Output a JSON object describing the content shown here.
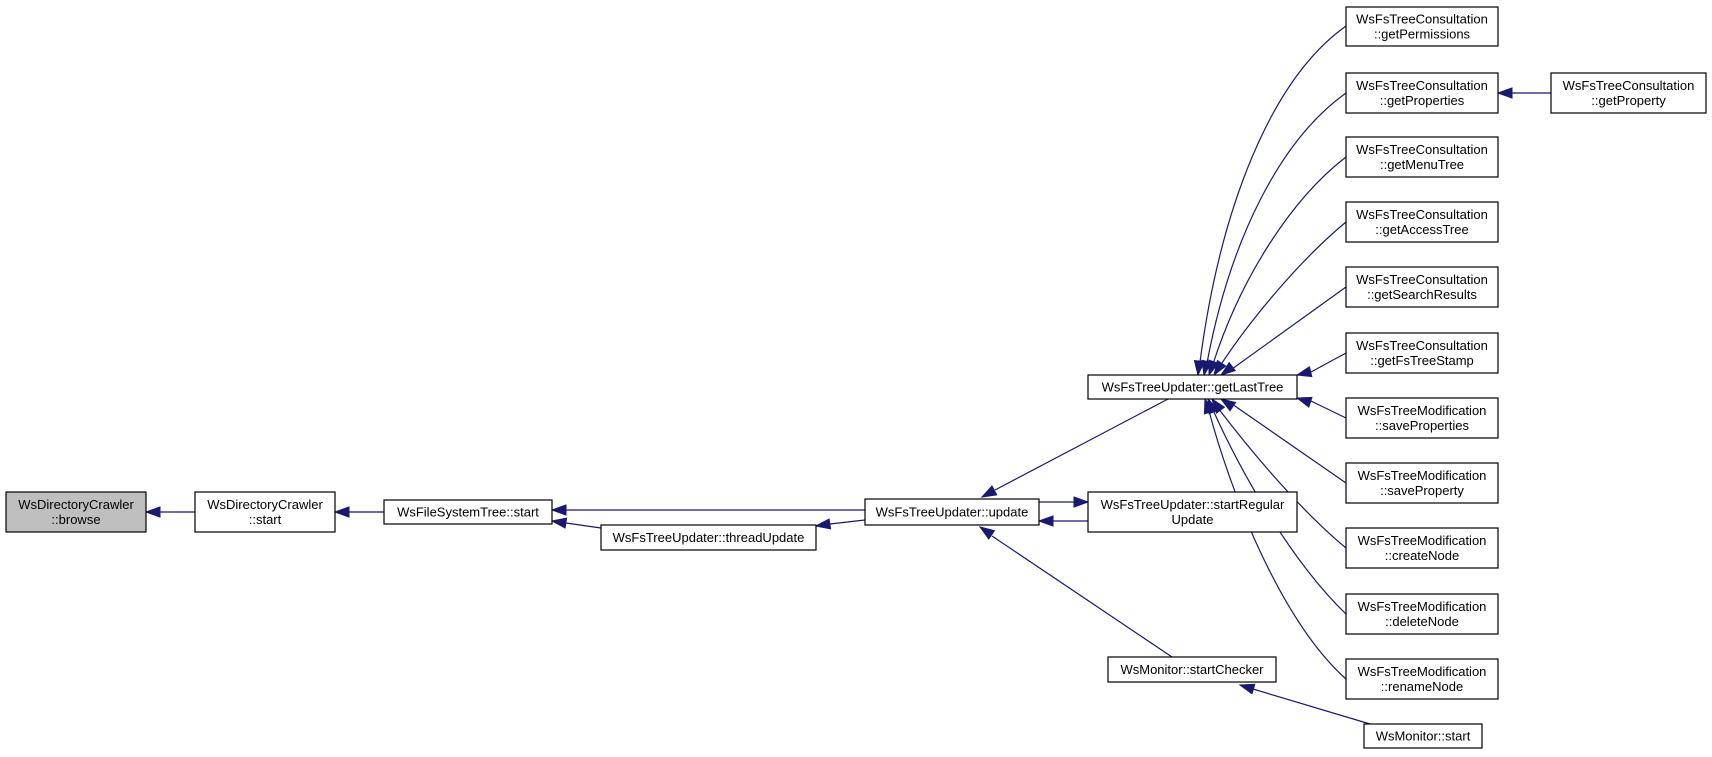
{
  "nodes": [
    {
      "id": "n0",
      "lines": [
        "WsDirectoryCrawler",
        "::browse"
      ],
      "root": true
    },
    {
      "id": "n1",
      "lines": [
        "WsDirectoryCrawler",
        "::start"
      ]
    },
    {
      "id": "n2",
      "lines": [
        "WsFileSystemTree::start"
      ]
    },
    {
      "id": "n3",
      "lines": [
        "WsFsTreeUpdater::threadUpdate"
      ]
    },
    {
      "id": "n4",
      "lines": [
        "WsFsTreeUpdater::update"
      ]
    },
    {
      "id": "n5",
      "lines": [
        "WsFsTreeUpdater::getLastTree"
      ]
    },
    {
      "id": "n6",
      "lines": [
        "WsFsTreeUpdater::startRegular",
        "Update"
      ]
    },
    {
      "id": "n7",
      "lines": [
        "WsMonitor::startChecker"
      ]
    },
    {
      "id": "n8",
      "lines": [
        "WsMonitor::start"
      ]
    },
    {
      "id": "n9",
      "lines": [
        "WsFsTreeConsultation",
        "::getPermissions"
      ]
    },
    {
      "id": "n10",
      "lines": [
        "WsFsTreeConsultation",
        "::getProperties"
      ]
    },
    {
      "id": "n11",
      "lines": [
        "WsFsTreeConsultation",
        "::getProperty"
      ]
    },
    {
      "id": "n12",
      "lines": [
        "WsFsTreeConsultation",
        "::getMenuTree"
      ]
    },
    {
      "id": "n13",
      "lines": [
        "WsFsTreeConsultation",
        "::getAccessTree"
      ]
    },
    {
      "id": "n14",
      "lines": [
        "WsFsTreeConsultation",
        "::getSearchResults"
      ]
    },
    {
      "id": "n15",
      "lines": [
        "WsFsTreeConsultation",
        "::getFsTreeStamp"
      ]
    },
    {
      "id": "n16",
      "lines": [
        "WsFsTreeModification",
        "::saveProperties"
      ]
    },
    {
      "id": "n17",
      "lines": [
        "WsFsTreeModification",
        "::saveProperty"
      ]
    },
    {
      "id": "n18",
      "lines": [
        "WsFsTreeModification",
        "::createNode"
      ]
    },
    {
      "id": "n19",
      "lines": [
        "WsFsTreeModification",
        "::deleteNode"
      ]
    },
    {
      "id": "n20",
      "lines": [
        "WsFsTreeModification",
        "::renameNode"
      ]
    }
  ],
  "edges": [
    {
      "from": "n1",
      "to": "n0"
    },
    {
      "from": "n2",
      "to": "n1"
    },
    {
      "from": "n4",
      "to": "n2"
    },
    {
      "from": "n3",
      "to": "n2"
    },
    {
      "from": "n4",
      "to": "n3"
    },
    {
      "from": "n5",
      "to": "n4"
    },
    {
      "from": "n6",
      "to": "n4"
    },
    {
      "from": "n7",
      "to": "n4"
    },
    {
      "from": "n4",
      "to": "n6"
    },
    {
      "from": "n8",
      "to": "n7"
    },
    {
      "from": "n9",
      "to": "n5"
    },
    {
      "from": "n10",
      "to": "n5"
    },
    {
      "from": "n12",
      "to": "n5"
    },
    {
      "from": "n13",
      "to": "n5"
    },
    {
      "from": "n14",
      "to": "n5"
    },
    {
      "from": "n15",
      "to": "n5"
    },
    {
      "from": "n16",
      "to": "n5"
    },
    {
      "from": "n17",
      "to": "n5"
    },
    {
      "from": "n18",
      "to": "n5"
    },
    {
      "from": "n19",
      "to": "n5"
    },
    {
      "from": "n20",
      "to": "n5"
    },
    {
      "from": "n11",
      "to": "n10"
    }
  ]
}
